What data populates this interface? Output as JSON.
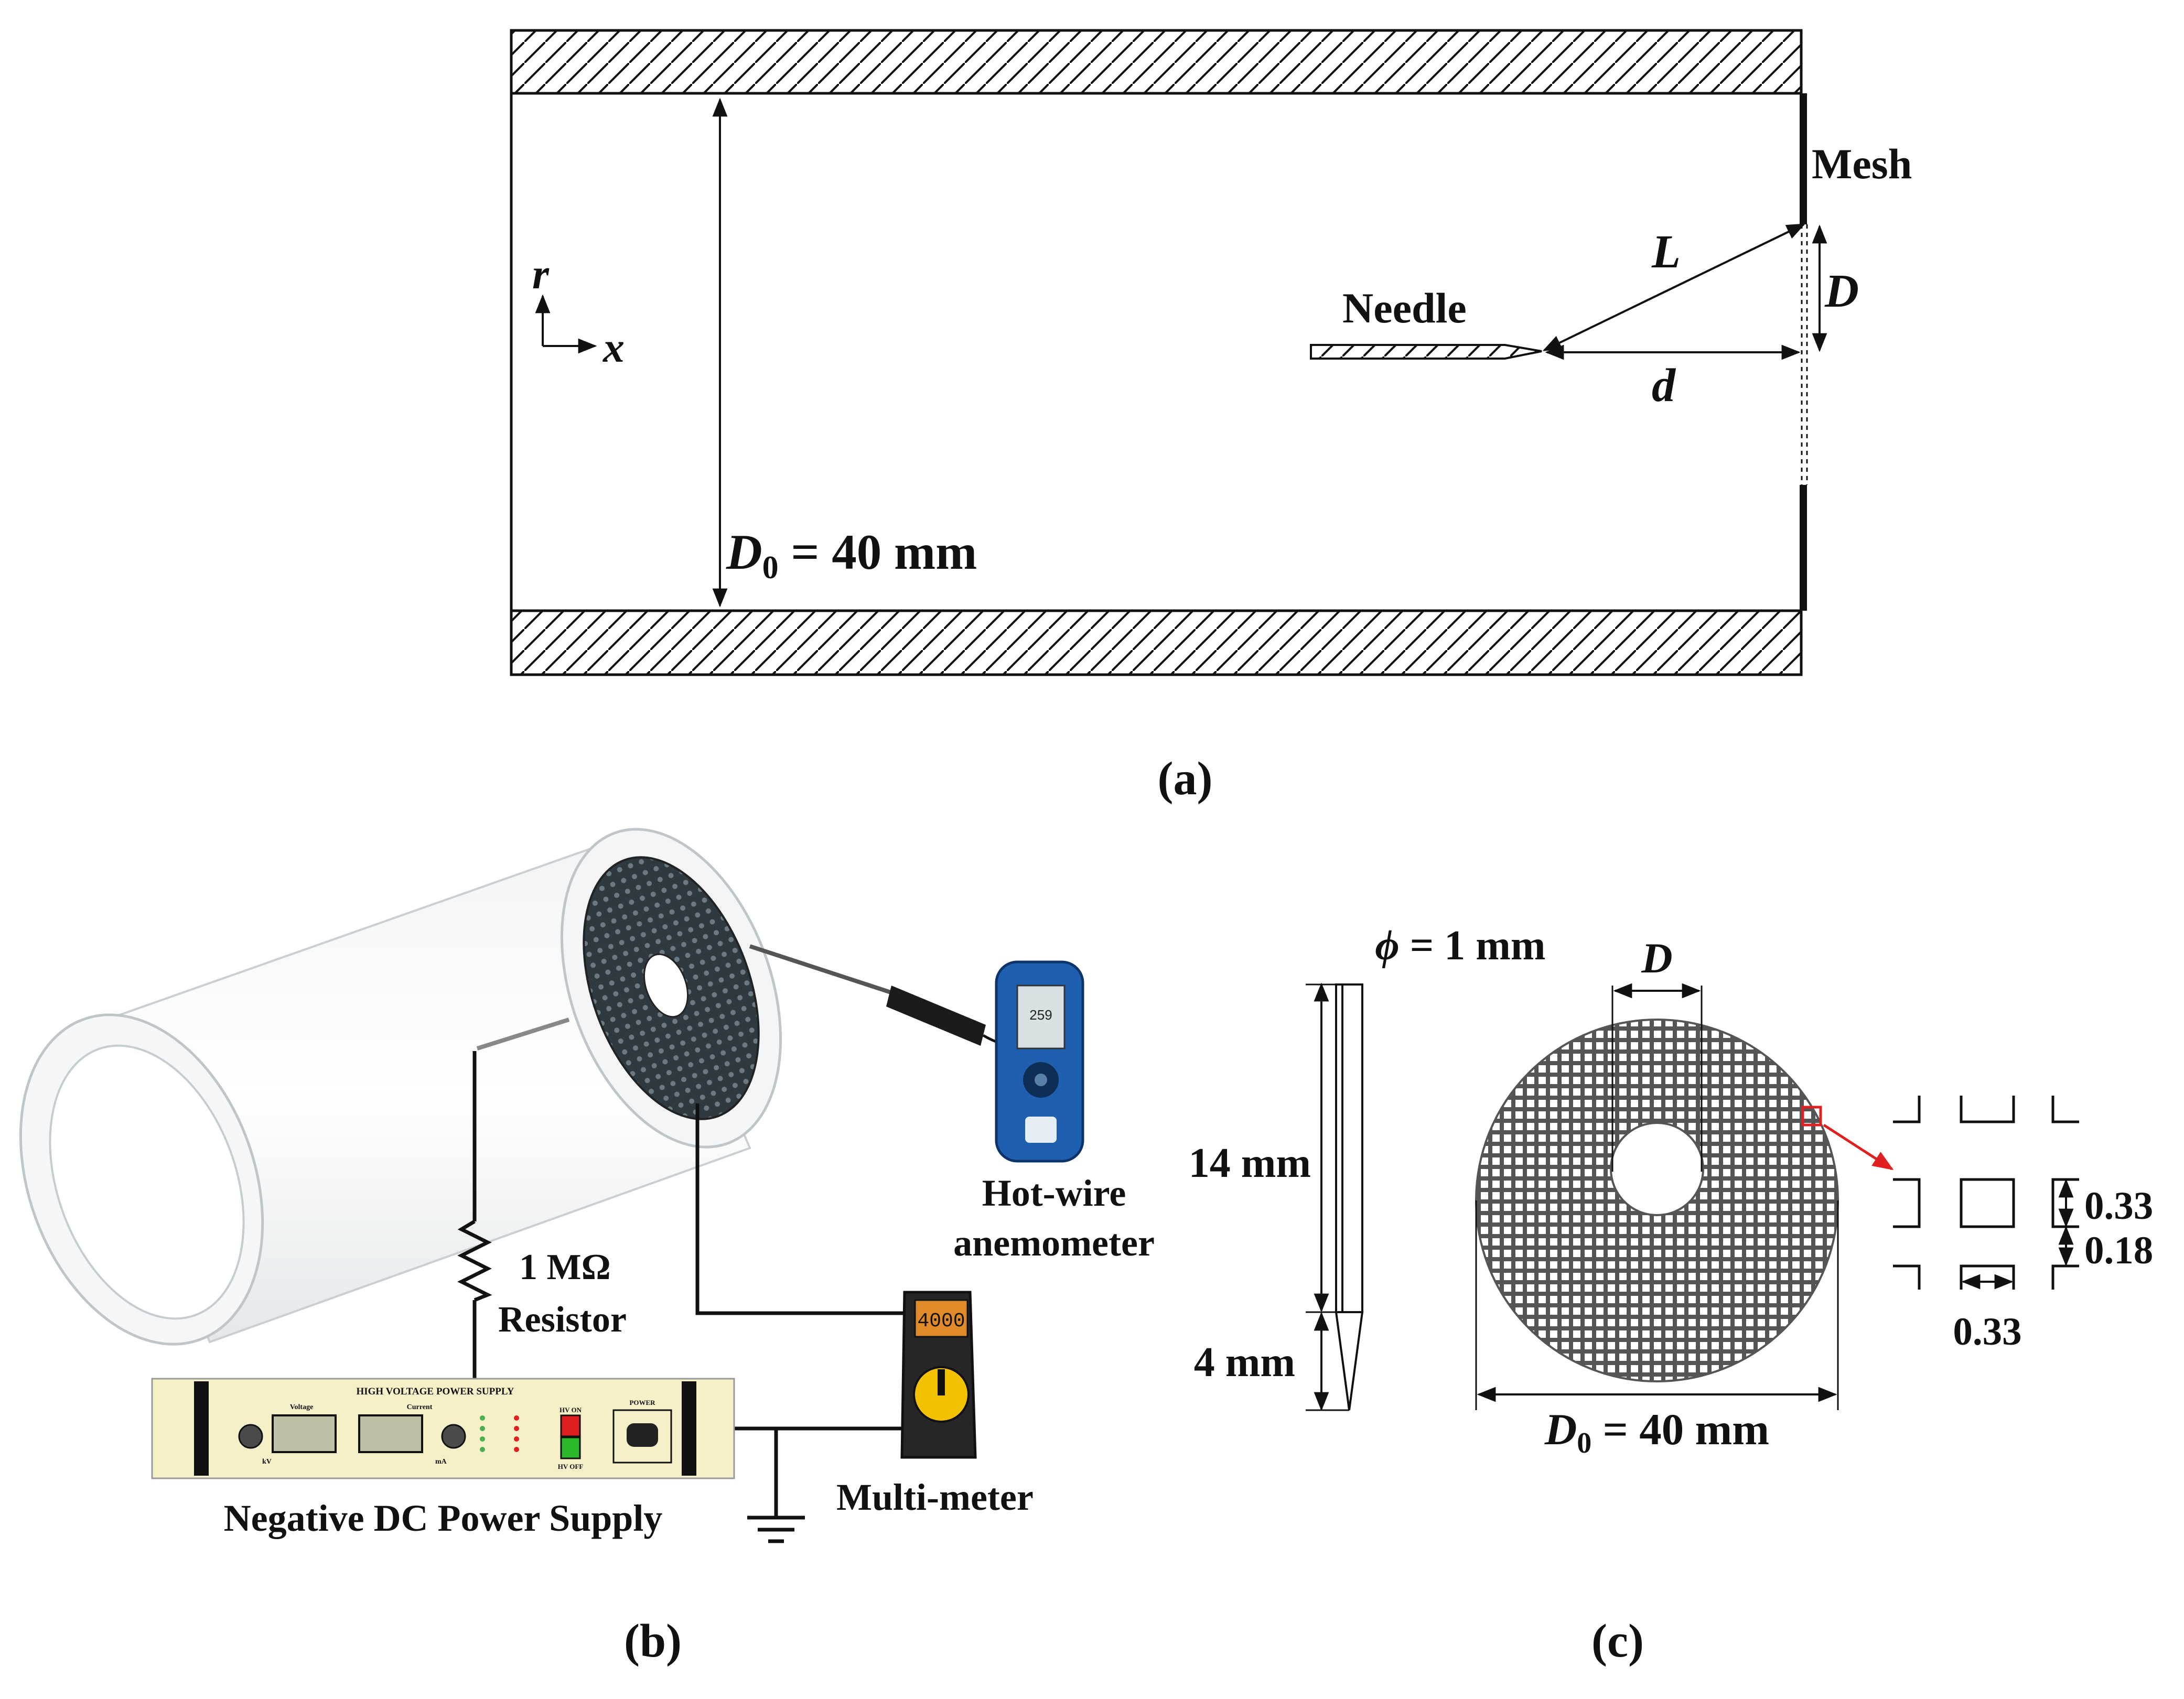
{
  "panel_a": {
    "label": "(a)",
    "mesh_label": "Mesh",
    "needle_label": "Needle",
    "L_label": "L",
    "D_label": "D",
    "d_label": "d",
    "axis_r": "r",
    "axis_x": "x",
    "D0_symbol": "D",
    "D0_sub": "0",
    "D0_value": " = 40 mm"
  },
  "panel_b": {
    "label": "(b)",
    "resistor_label_1": "1 MΩ",
    "resistor_label_2": "Resistor",
    "anemometer_label_1": "Hot-wire",
    "anemometer_label_2": "anemometer",
    "multimeter_label": "Multi-meter",
    "power_supply_label": "Negative DC Power Supply",
    "ps_title": "HIGH VOLTAGE POWER SUPPLY",
    "ps_voltage": "Voltage",
    "ps_current": "Current",
    "ps_kv": "kV",
    "ps_ma": "mA",
    "ps_hv_on": "HV ON",
    "ps_hv_off": "HV OFF",
    "ps_power": "POWER",
    "anemometer_display": "259",
    "multimeter_display": "4000"
  },
  "panel_c": {
    "label": "(c)",
    "phi_symbol": "ϕ",
    "phi_value": " = 1 mm",
    "len_14": "14 mm",
    "len_4": "4 mm",
    "D_label": "D",
    "D0_symbol": "D",
    "D0_sub": "0",
    "D0_value": " = 40 mm",
    "dim_033_a": "0.33",
    "dim_018": "0.18",
    "dim_033_b": "0.33"
  },
  "colors": {
    "line": "#111111",
    "arrow_red": "#e02020",
    "anemometer_blue": "#1f5fb0",
    "panel_cream": "#f5f0c8"
  }
}
